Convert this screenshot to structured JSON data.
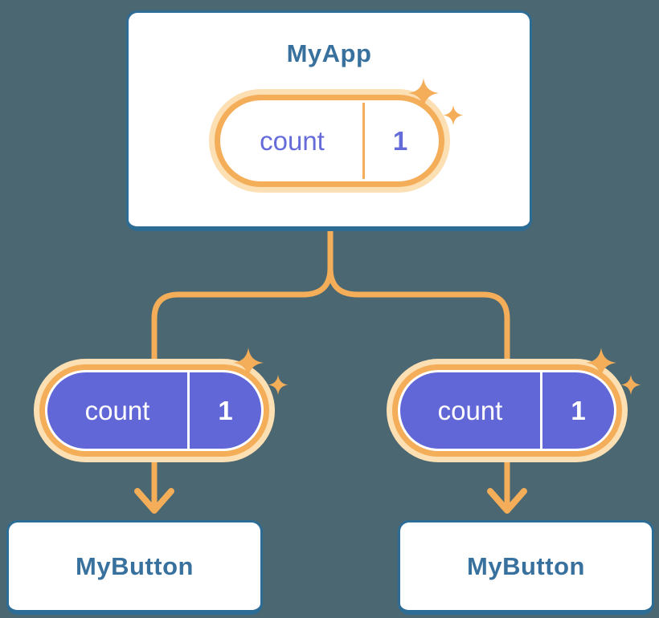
{
  "diagram_title": "react-state-sharing-tree",
  "colors": {
    "background": "#4b6771",
    "card_border": "#2d6c95",
    "card_background": "#ffffff",
    "component_text": "#38719d",
    "accent_orange": "#f4ad58",
    "accent_orange_light": "#fcdfb2",
    "state_purple": "#6167d6",
    "state_text_on_purple": "#ffffff"
  },
  "tree": {
    "root": {
      "title": "MyApp",
      "state": {
        "name": "count",
        "value": "1"
      }
    },
    "children": [
      {
        "title": "MyButton",
        "state": {
          "name": "count",
          "value": "1"
        }
      },
      {
        "title": "MyButton",
        "state": {
          "name": "count",
          "value": "1"
        }
      }
    ]
  }
}
